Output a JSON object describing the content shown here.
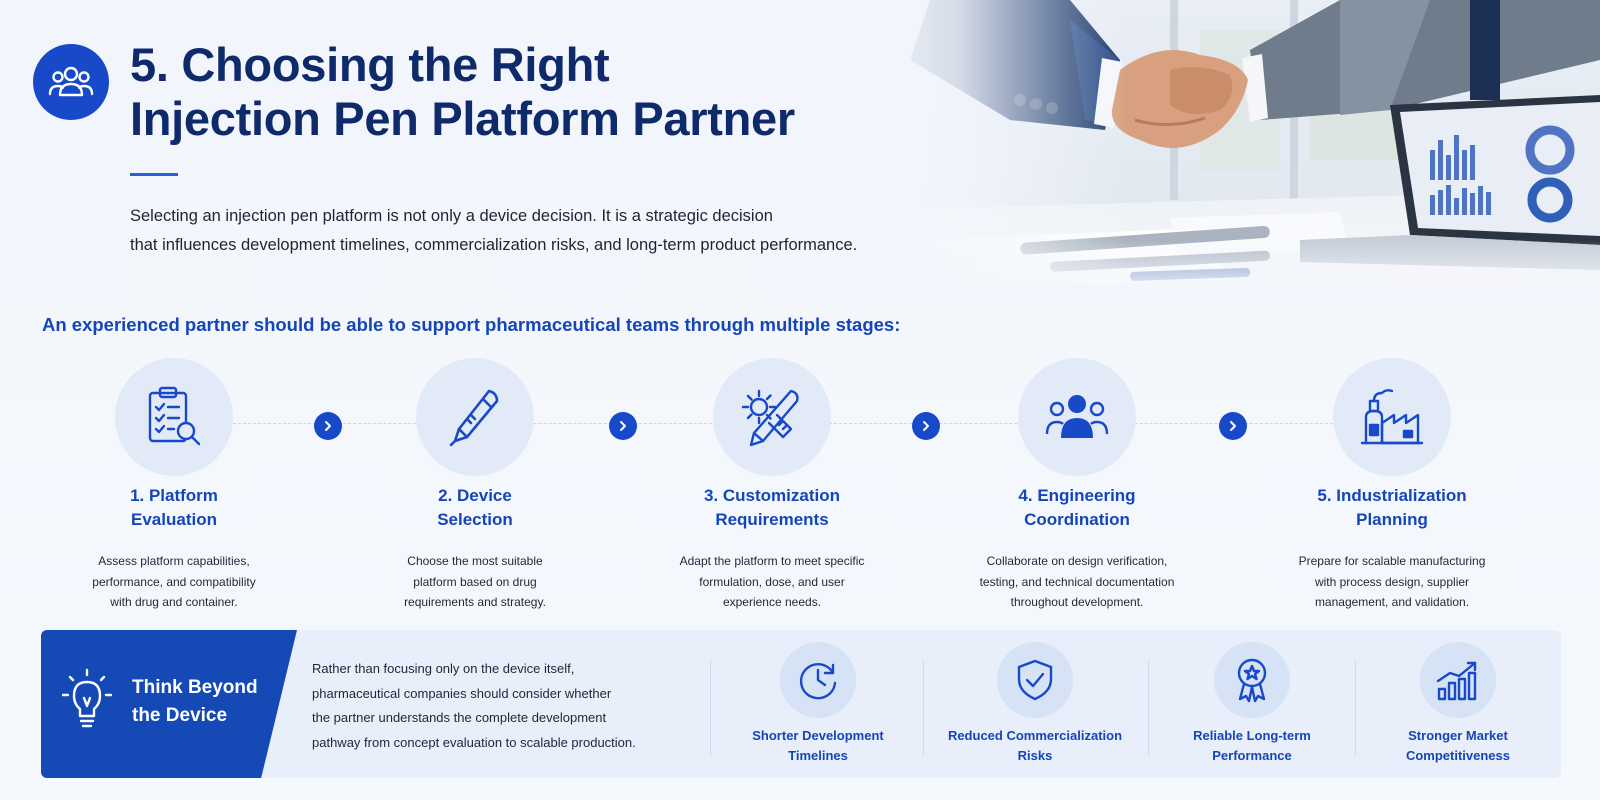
{
  "header": {
    "title_line1": "5. Choosing the Right",
    "title_line2": "Injection Pen Platform Partner",
    "intro_line1": "Selecting an injection pen platform is not only a device decision. It is a strategic decision",
    "intro_line2": "that influences development timelines, commercialization risks, and long-term product performance.",
    "badge_icon": "people-group-icon"
  },
  "stages_section": {
    "heading": "An experienced partner should be able to support pharmaceutical teams through multiple stages:",
    "stages": [
      {
        "title_line1": "1. Platform",
        "title_line2": "Evaluation",
        "icon": "clipboard-magnifier-icon",
        "desc_line1": "Assess platform capabilities,",
        "desc_line2": "performance, and compatibility",
        "desc_line3": "with drug and container."
      },
      {
        "title_line1": "2. Device",
        "title_line2": "Selection",
        "icon": "injection-pen-icon",
        "desc_line1": "Choose the most suitable",
        "desc_line2": "platform based on drug",
        "desc_line3": "requirements and strategy."
      },
      {
        "title_line1": "3. Customization",
        "title_line2": "Requirements",
        "icon": "gear-pencil-ruler-icon",
        "desc_line1": "Adapt the platform to meet specific",
        "desc_line2": "formulation, dose, and user",
        "desc_line3": "experience needs."
      },
      {
        "title_line1": "4. Engineering",
        "title_line2": "Coordination",
        "icon": "team-icon",
        "desc_line1": "Collaborate on design verification,",
        "desc_line2": "testing, and technical documentation",
        "desc_line3": "throughout development."
      },
      {
        "title_line1": "5. Industrialization",
        "title_line2": "Planning",
        "icon": "factory-icon",
        "desc_line1": "Prepare for scalable manufacturing",
        "desc_line2": "with process design, supplier",
        "desc_line3": "management, and validation."
      }
    ]
  },
  "think_beyond": {
    "title_line1": "Think Beyond",
    "title_line2": "the Device",
    "icon": "lightbulb-icon",
    "text_line1": "Rather than focusing only on the device itself,",
    "text_line2": "pharmaceutical companies should consider whether",
    "text_line3": "the partner understands the complete development",
    "text_line4": "pathway from concept evaluation to scalable production.",
    "benefits": [
      {
        "line1": "Shorter Development",
        "line2": "Timelines",
        "icon": "clock-icon"
      },
      {
        "line1": "Reduced Commercialization",
        "line2": "Risks",
        "icon": "shield-check-icon"
      },
      {
        "line1": "Reliable Long-term",
        "line2": "Performance",
        "icon": "award-ribbon-icon"
      },
      {
        "line1": "Stronger Market",
        "line2": "Competitiveness",
        "icon": "growth-chart-icon"
      }
    ]
  },
  "colors": {
    "primary": "#1546b8",
    "navy": "#0f2a6b",
    "band_blue": "#1449b6",
    "circle_bg": "#e2eaf8"
  }
}
